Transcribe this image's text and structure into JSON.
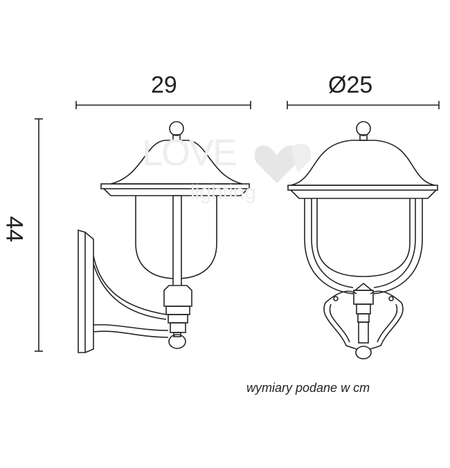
{
  "dimensions": {
    "width": "29",
    "diameter": "Ø25",
    "height": "44"
  },
  "caption": "wymiary podane w cm",
  "watermark": {
    "line1": "LOVE",
    "line2": "lighting"
  },
  "colors": {
    "stroke": "#222222",
    "background": "#ffffff"
  }
}
